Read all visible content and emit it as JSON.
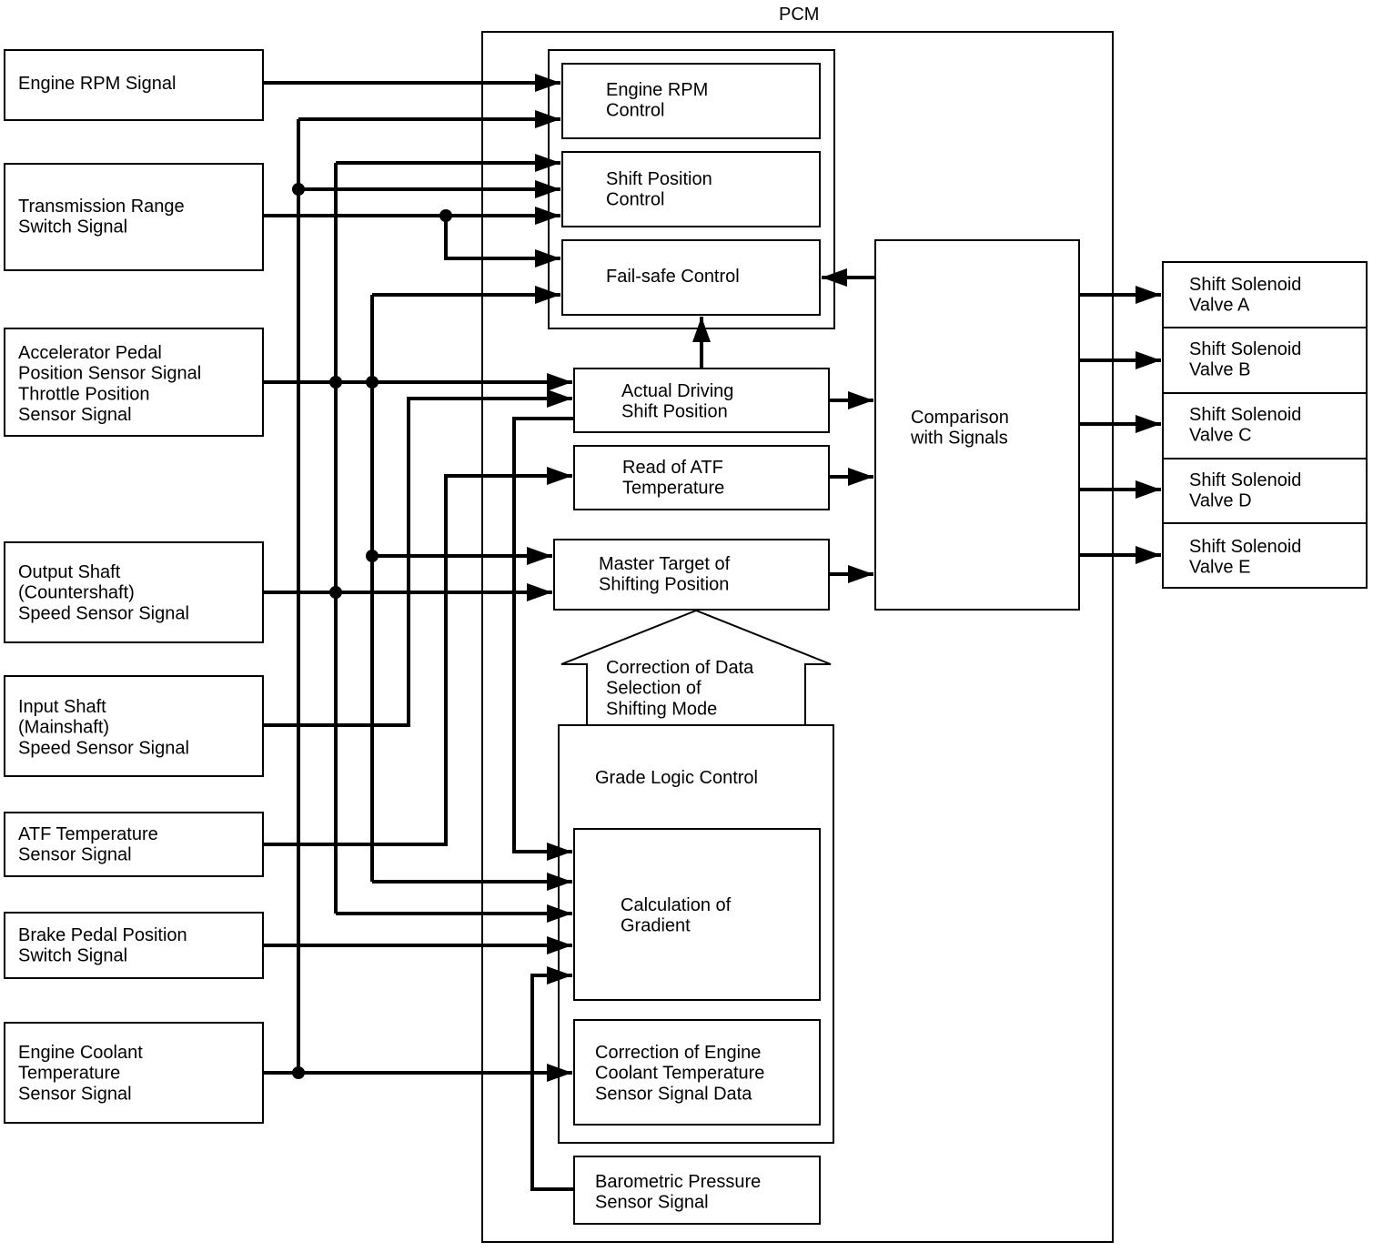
{
  "pcm_label": "PCM",
  "inputs": {
    "engine_rpm": [
      "Engine RPM Signal"
    ],
    "trans_range": [
      "Transmission Range",
      "Switch Signal"
    ],
    "accel_pedal": [
      "Accelerator Pedal",
      "Position Sensor Signal",
      "Throttle Position",
      "Sensor Signal"
    ],
    "output_shaft": [
      "Output Shaft",
      "(Countershaft)",
      "Speed Sensor Signal"
    ],
    "input_shaft": [
      "Input Shaft",
      "(Mainshaft)",
      "Speed Sensor Signal"
    ],
    "atf_temp": [
      "ATF Temperature",
      "Sensor Signal"
    ],
    "brake_pedal": [
      "Brake Pedal Position",
      "Switch Signal"
    ],
    "coolant_temp": [
      "Engine Coolant",
      "Temperature",
      "Sensor Signal"
    ]
  },
  "blocks": {
    "engine_rpm_control": [
      "Engine RPM",
      "Control"
    ],
    "shift_position_control": [
      "Shift Position",
      "Control"
    ],
    "fail_safe_control": [
      "Fail-safe Control"
    ],
    "actual_driving": [
      "Actual Driving",
      "Shift Position"
    ],
    "read_atf": [
      "Read of ATF",
      "Temperature"
    ],
    "master_target": [
      "Master Target of",
      "Shifting Position"
    ],
    "correction_arrow": [
      "Correction of Data",
      "Selection of",
      "Shifting Mode"
    ],
    "grade_logic": [
      "Grade Logic Control"
    ],
    "calc_gradient": [
      "Calculation of",
      "Gradient"
    ],
    "correction_coolant": [
      "Correction of Engine",
      "Coolant Temperature",
      "Sensor Signal Data"
    ],
    "barometric": [
      "Barometric Pressure",
      "Sensor Signal"
    ],
    "comparison": [
      "Comparison",
      "with Signals"
    ]
  },
  "outputs": {
    "valve_a": [
      "Shift Solenoid",
      "Valve A"
    ],
    "valve_b": [
      "Shift Solenoid",
      "Valve B"
    ],
    "valve_c": [
      "Shift Solenoid",
      "Valve C"
    ],
    "valve_d": [
      "Shift Solenoid",
      "Valve D"
    ],
    "valve_e": [
      "Shift Solenoid",
      "Valve E"
    ]
  }
}
